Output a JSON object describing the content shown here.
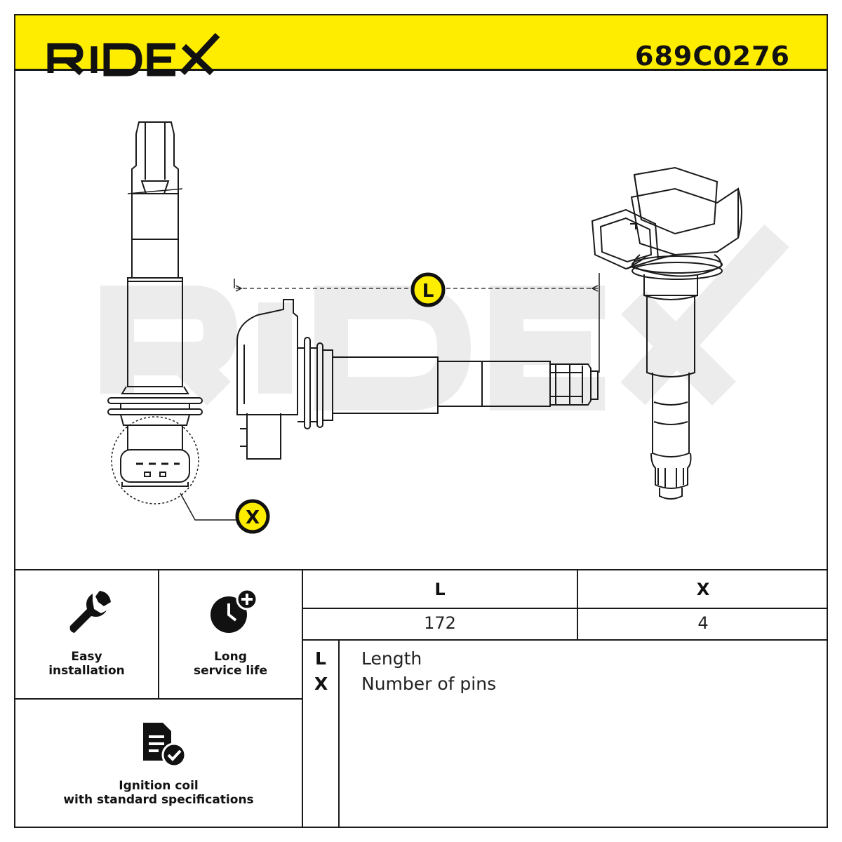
{
  "header": {
    "brand": "RIDEX",
    "part_number": "689C0276",
    "background": "#ffed00"
  },
  "drawing": {
    "watermark": "RIDEX",
    "callouts": {
      "length": "L",
      "pins": "X"
    }
  },
  "features": [
    {
      "icon": "wrench-icon",
      "line1": "Easy",
      "line2": "installation"
    },
    {
      "icon": "clock-plus-icon",
      "line1": "Long",
      "line2": "service life"
    },
    {
      "icon": "document-check-icon",
      "line1": "Ignition coil",
      "line2": "with standard specifications"
    }
  ],
  "spec_table": {
    "headers": [
      "L",
      "X"
    ],
    "values": [
      "172",
      "4"
    ]
  },
  "legend": [
    {
      "key": "L",
      "label": "Length"
    },
    {
      "key": "X",
      "label": "Number of pins"
    }
  ]
}
